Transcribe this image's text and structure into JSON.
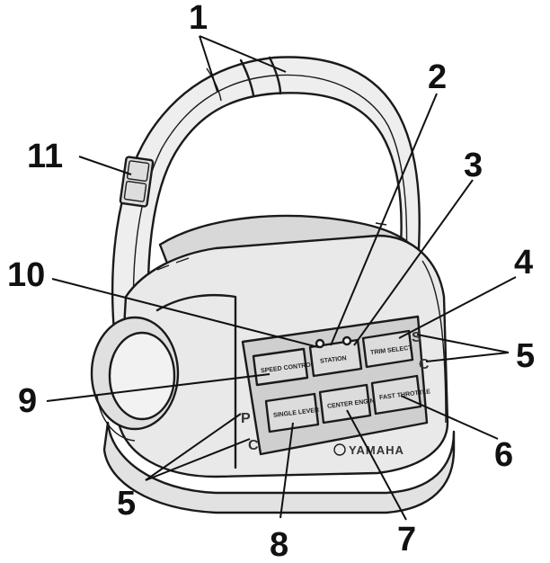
{
  "callouts": [
    "1",
    "2",
    "3",
    "4",
    "5",
    "6",
    "7",
    "8",
    "9",
    "10",
    "11"
  ],
  "panel": {
    "right_top_label": "S",
    "right_bottom_label": "C",
    "left_top_label": "P",
    "left_bottom_label": "C",
    "brand": "YAMAHA",
    "buttons": [
      "SPEED CONTROL",
      "STATION",
      "TRIM SELECT",
      "SINGLE LEVER",
      "CENTER ENGINE",
      "FAST THROTTLE"
    ]
  },
  "colors": {
    "outline": "#1a1a1a",
    "body_fill": "#e9e9e9",
    "tray_fill": "#d4d4d4",
    "button_fill": "#dcdcdc",
    "background": "#ffffff"
  }
}
